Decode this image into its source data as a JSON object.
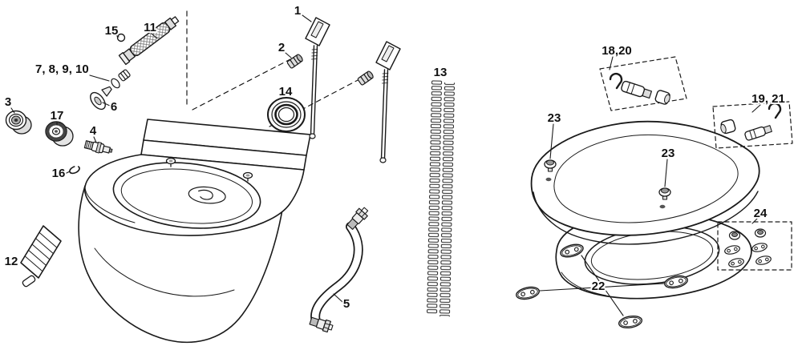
{
  "diagram": {
    "type": "exploded-parts-diagram",
    "colors": {
      "line": "#1a1a1a",
      "background": "#ffffff",
      "shade_light": "#dddddd",
      "shade_dark": "#888888"
    },
    "labels": {
      "part1": "1",
      "part2": "2",
      "part3": "3",
      "part4": "4",
      "part5": "5",
      "part6": "6",
      "part7_10": "7, 8, 9, 10",
      "part11": "11",
      "part12": "12",
      "part13": "13",
      "part14": "14",
      "part15": "15",
      "part16": "16",
      "part17": "17",
      "part18_20": "18,20",
      "part19_21": "19, 21",
      "part22": "22",
      "part23_left": "23",
      "part23_right": "23",
      "part24": "24"
    }
  }
}
